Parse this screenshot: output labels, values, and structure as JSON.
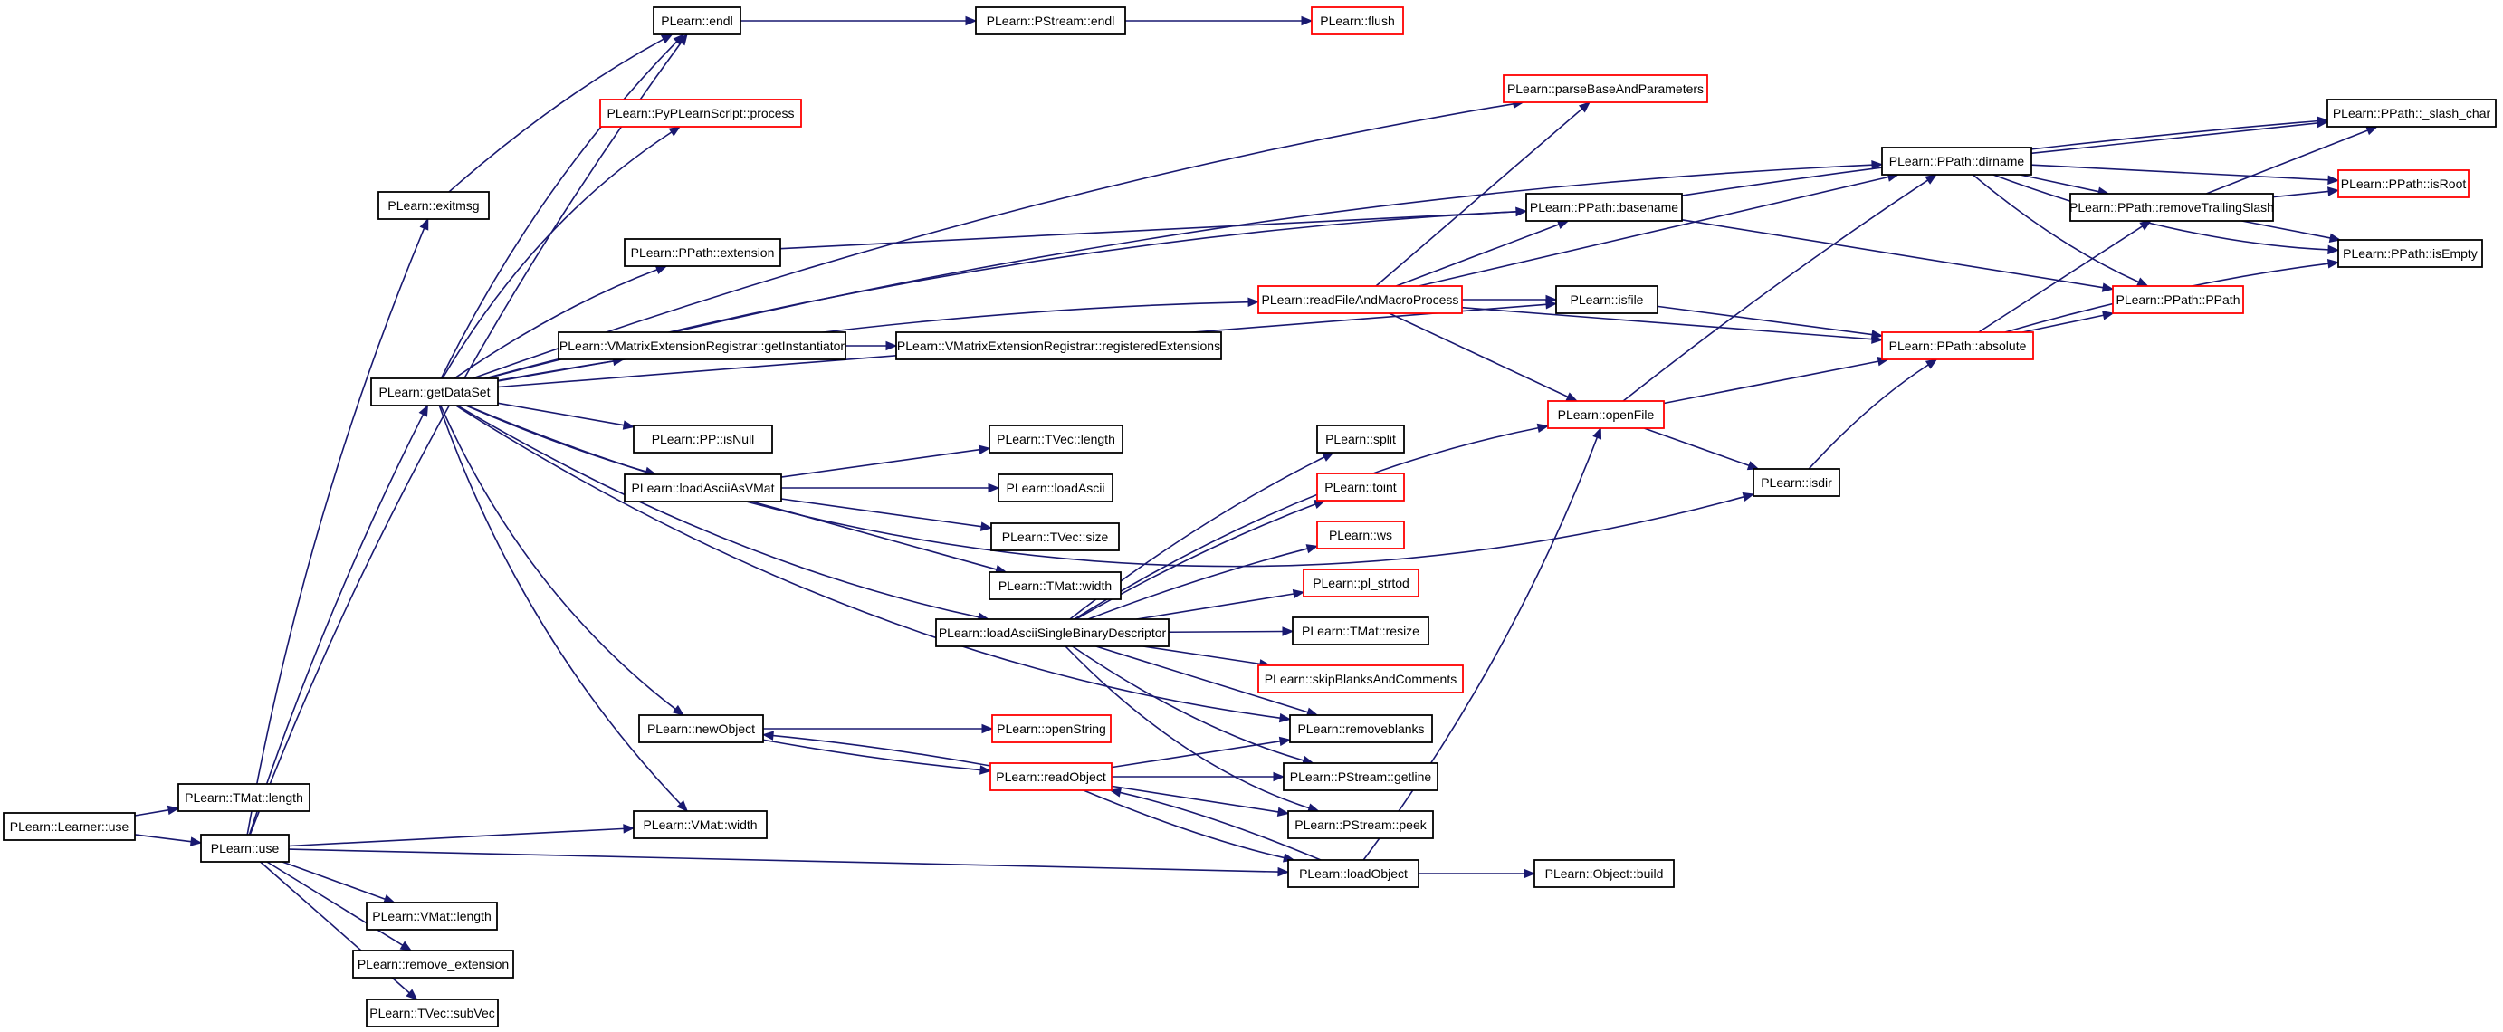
{
  "colors": {
    "edge": "#191970",
    "border_normal": "#000000",
    "border_truncated": "#ff0000",
    "root_fill": "#bfbfbf",
    "node_fill": "#ffffff"
  },
  "nodes": [
    {
      "id": "learner_use",
      "label": "PLearn::Learner::use",
      "kind": "root"
    },
    {
      "id": "tmat_length",
      "label": "PLearn::TMat::length",
      "kind": "normal"
    },
    {
      "id": "use",
      "label": "PLearn::use",
      "kind": "normal"
    },
    {
      "id": "vmat_length",
      "label": "PLearn::VMat::length",
      "kind": "normal"
    },
    {
      "id": "remove_extension",
      "label": "PLearn::remove_extension",
      "kind": "normal"
    },
    {
      "id": "tvec_subvec",
      "label": "PLearn::TVec::subVec",
      "kind": "normal"
    },
    {
      "id": "exitmsg",
      "label": "PLearn::exitmsg",
      "kind": "normal"
    },
    {
      "id": "getdataset",
      "label": "PLearn::getDataSet",
      "kind": "normal"
    },
    {
      "id": "endl",
      "label": "PLearn::endl",
      "kind": "normal"
    },
    {
      "id": "pstream_endl",
      "label": "PLearn::PStream::endl",
      "kind": "normal"
    },
    {
      "id": "flush",
      "label": "PLearn::flush",
      "kind": "truncated"
    },
    {
      "id": "parsebase",
      "label": "PLearn::parseBaseAndParameters",
      "kind": "truncated"
    },
    {
      "id": "pypscript",
      "label": "PLearn::PyPLearnScript::process",
      "kind": "truncated"
    },
    {
      "id": "ppath_ext",
      "label": "PLearn::PPath::extension",
      "kind": "normal"
    },
    {
      "id": "vmext_getinst",
      "label": "PLearn::VMatrixExtensionRegistrar::getInstantiator",
      "kind": "normal"
    },
    {
      "id": "vmext_regext",
      "label": "PLearn::VMatrixExtensionRegistrar::registeredExtensions",
      "kind": "normal"
    },
    {
      "id": "pp_isnull",
      "label": "PLearn::PP::isNull",
      "kind": "normal"
    },
    {
      "id": "loadasciiasvmat",
      "label": "PLearn::loadAsciiAsVMat",
      "kind": "normal"
    },
    {
      "id": "tvec_length",
      "label": "PLearn::TVec::length",
      "kind": "normal"
    },
    {
      "id": "loadascii",
      "label": "PLearn::loadAscii",
      "kind": "normal"
    },
    {
      "id": "tvec_size",
      "label": "PLearn::TVec::size",
      "kind": "normal"
    },
    {
      "id": "tmat_width",
      "label": "PLearn::TMat::width",
      "kind": "normal"
    },
    {
      "id": "loadasciisingle",
      "label": "PLearn::loadAsciiSingleBinaryDescriptor",
      "kind": "normal"
    },
    {
      "id": "split",
      "label": "PLearn::split",
      "kind": "normal"
    },
    {
      "id": "toint",
      "label": "PLearn::toint",
      "kind": "truncated"
    },
    {
      "id": "ws",
      "label": "PLearn::ws",
      "kind": "truncated"
    },
    {
      "id": "pl_strtod",
      "label": "PLearn::pl_strtod",
      "kind": "truncated"
    },
    {
      "id": "tmat_resize",
      "label": "PLearn::TMat::resize",
      "kind": "normal"
    },
    {
      "id": "skipblanks",
      "label": "PLearn::skipBlanksAndComments",
      "kind": "truncated"
    },
    {
      "id": "removeblanks",
      "label": "PLearn::removeblanks",
      "kind": "normal"
    },
    {
      "id": "newobject",
      "label": "PLearn::newObject",
      "kind": "normal"
    },
    {
      "id": "openstring",
      "label": "PLearn::openString",
      "kind": "truncated"
    },
    {
      "id": "readobject",
      "label": "PLearn::readObject",
      "kind": "truncated"
    },
    {
      "id": "pstream_getline",
      "label": "PLearn::PStream::getline",
      "kind": "normal"
    },
    {
      "id": "pstream_peek",
      "label": "PLearn::PStream::peek",
      "kind": "normal"
    },
    {
      "id": "vmat_width",
      "label": "PLearn::VMat::width",
      "kind": "normal"
    },
    {
      "id": "loadobject",
      "label": "PLearn::loadObject",
      "kind": "normal"
    },
    {
      "id": "object_build",
      "label": "PLearn::Object::build",
      "kind": "normal"
    },
    {
      "id": "readfilemacro",
      "label": "PLearn::readFileAndMacroProcess",
      "kind": "truncated"
    },
    {
      "id": "isfile",
      "label": "PLearn::isfile",
      "kind": "normal"
    },
    {
      "id": "openfile",
      "label": "PLearn::openFile",
      "kind": "truncated"
    },
    {
      "id": "isdir",
      "label": "PLearn::isdir",
      "kind": "normal"
    },
    {
      "id": "ppath_basename",
      "label": "PLearn::PPath::basename",
      "kind": "normal"
    },
    {
      "id": "ppath_dirname",
      "label": "PLearn::PPath::dirname",
      "kind": "normal"
    },
    {
      "id": "ppath_absolute",
      "label": "PLearn::PPath::absolute",
      "kind": "truncated"
    },
    {
      "id": "ppath_removets",
      "label": "PLearn::PPath::removeTrailingSlash",
      "kind": "normal"
    },
    {
      "id": "ppath_ppath",
      "label": "PLearn::PPath::PPath",
      "kind": "truncated"
    },
    {
      "id": "ppath_slash",
      "label": "PLearn::PPath::_slash_char",
      "kind": "normal"
    },
    {
      "id": "ppath_isroot",
      "label": "PLearn::PPath::isRoot",
      "kind": "truncated"
    },
    {
      "id": "ppath_isempty",
      "label": "PLearn::PPath::isEmpty",
      "kind": "normal"
    }
  ],
  "edges": [
    [
      "learner_use",
      "tmat_length"
    ],
    [
      "learner_use",
      "use"
    ],
    [
      "use",
      "vmat_length"
    ],
    [
      "use",
      "remove_extension"
    ],
    [
      "use",
      "tvec_subvec"
    ],
    [
      "use",
      "exitmsg"
    ],
    [
      "use",
      "getdataset"
    ],
    [
      "use",
      "endl"
    ],
    [
      "use",
      "vmat_width"
    ],
    [
      "use",
      "loadobject"
    ],
    [
      "exitmsg",
      "endl"
    ],
    [
      "endl",
      "pstream_endl"
    ],
    [
      "pstream_endl",
      "flush"
    ],
    [
      "getdataset",
      "endl"
    ],
    [
      "getdataset",
      "parsebase"
    ],
    [
      "getdataset",
      "pypscript"
    ],
    [
      "getdataset",
      "ppath_dirname"
    ],
    [
      "getdataset",
      "ppath_basename"
    ],
    [
      "getdataset",
      "ppath_ext"
    ],
    [
      "getdataset",
      "readfilemacro"
    ],
    [
      "getdataset",
      "vmext_getinst"
    ],
    [
      "getdataset",
      "isfile"
    ],
    [
      "getdataset",
      "pp_isnull"
    ],
    [
      "getdataset",
      "loadasciiasvmat"
    ],
    [
      "getdataset",
      "loadasciisingle"
    ],
    [
      "getdataset",
      "removeblanks"
    ],
    [
      "getdataset",
      "newobject"
    ],
    [
      "getdataset",
      "vmat_width"
    ],
    [
      "getdataset",
      "isdir"
    ],
    [
      "ppath_ext",
      "ppath_basename"
    ],
    [
      "vmext_getinst",
      "vmext_regext"
    ],
    [
      "loadasciiasvmat",
      "tvec_length"
    ],
    [
      "loadasciiasvmat",
      "loadascii"
    ],
    [
      "loadasciiasvmat",
      "tvec_size"
    ],
    [
      "loadasciiasvmat",
      "tmat_width"
    ],
    [
      "loadasciisingle",
      "split"
    ],
    [
      "loadasciisingle",
      "toint"
    ],
    [
      "loadasciisingle",
      "ws"
    ],
    [
      "loadasciisingle",
      "pl_strtod"
    ],
    [
      "loadasciisingle",
      "tmat_resize"
    ],
    [
      "loadasciisingle",
      "skipblanks"
    ],
    [
      "loadasciisingle",
      "removeblanks"
    ],
    [
      "loadasciisingle",
      "pstream_getline"
    ],
    [
      "loadasciisingle",
      "pstream_peek"
    ],
    [
      "loadasciisingle",
      "openfile"
    ],
    [
      "newobject",
      "openstring"
    ],
    [
      "newobject",
      "readobject"
    ],
    [
      "readobject",
      "newobject"
    ],
    [
      "readobject",
      "removeblanks"
    ],
    [
      "readobject",
      "pstream_getline"
    ],
    [
      "readobject",
      "pstream_peek"
    ],
    [
      "readobject",
      "loadobject"
    ],
    [
      "loadobject",
      "readobject"
    ],
    [
      "loadobject",
      "openfile"
    ],
    [
      "loadobject",
      "object_build"
    ],
    [
      "readfilemacro",
      "parsebase"
    ],
    [
      "readfilemacro",
      "ppath_basename"
    ],
    [
      "readfilemacro",
      "ppath_dirname"
    ],
    [
      "readfilemacro",
      "isfile"
    ],
    [
      "readfilemacro",
      "ppath_absolute"
    ],
    [
      "readfilemacro",
      "openfile"
    ],
    [
      "isfile",
      "ppath_absolute"
    ],
    [
      "openfile",
      "ppath_dirname"
    ],
    [
      "openfile",
      "ppath_absolute"
    ],
    [
      "openfile",
      "isdir"
    ],
    [
      "isdir",
      "ppath_absolute"
    ],
    [
      "ppath_basename",
      "ppath_slash"
    ],
    [
      "ppath_basename",
      "ppath_ppath"
    ],
    [
      "ppath_dirname",
      "ppath_slash"
    ],
    [
      "ppath_dirname",
      "ppath_isroot"
    ],
    [
      "ppath_dirname",
      "ppath_removets"
    ],
    [
      "ppath_dirname",
      "ppath_ppath"
    ],
    [
      "ppath_dirname",
      "ppath_isempty"
    ],
    [
      "ppath_absolute",
      "ppath_removets"
    ],
    [
      "ppath_absolute",
      "ppath_ppath"
    ],
    [
      "ppath_absolute",
      "ppath_isempty"
    ],
    [
      "ppath_removets",
      "ppath_slash"
    ],
    [
      "ppath_removets",
      "ppath_isroot"
    ],
    [
      "ppath_removets",
      "ppath_isempty"
    ]
  ]
}
